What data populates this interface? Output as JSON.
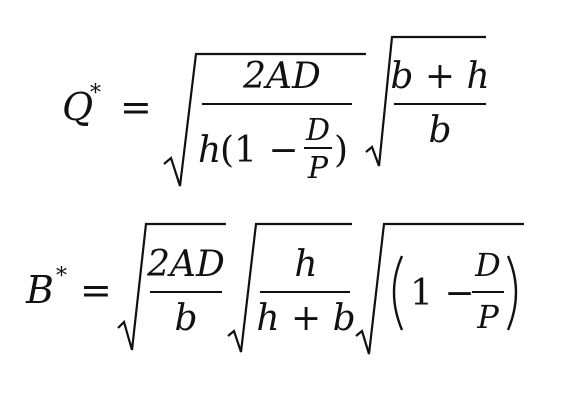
{
  "formulas": {
    "q": {
      "lhs_var": "Q",
      "lhs_sup": "*",
      "equals": "=",
      "rad1": {
        "num": "2AD",
        "den_h": "h",
        "den_open": "(1 −",
        "den_frac_num": "D",
        "den_frac_den": "P",
        "den_close": ")"
      },
      "rad2": {
        "num": "b + h",
        "den": "b"
      }
    },
    "b": {
      "lhs_var": "B",
      "lhs_sup": "*",
      "equals": "=",
      "rad1": {
        "num": "2AD",
        "den": "b"
      },
      "rad2": {
        "num": "h",
        "den": "h + b"
      },
      "rad3": {
        "one_minus": "1 −",
        "frac_num": "D",
        "frac_den": "P"
      }
    }
  }
}
